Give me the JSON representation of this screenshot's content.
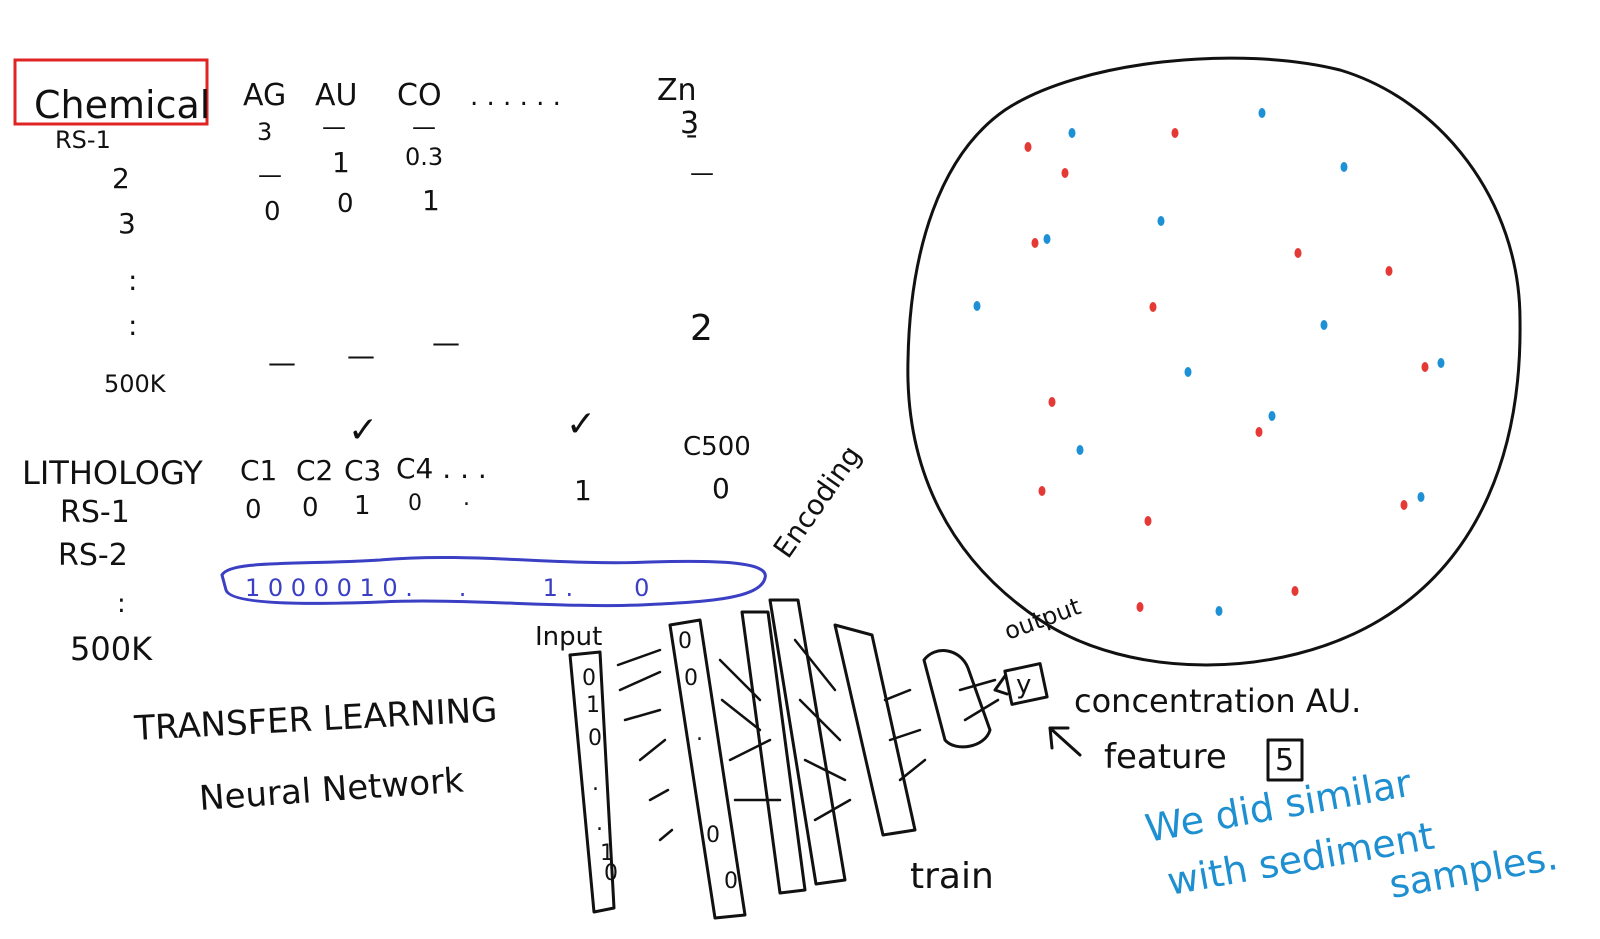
{
  "chemical_table": {
    "title": "Chemical",
    "columns": [
      "AG",
      "AU",
      "CO",
      ". . . . . .",
      "Zn"
    ],
    "rows": [
      {
        "label": "RS-1",
        "cells": [
          "3",
          "—",
          "—",
          "3̱"
        ]
      },
      {
        "label": "2",
        "cells": [
          "—",
          "1",
          "0.3",
          "—"
        ]
      },
      {
        "label": "3",
        "cells": [
          "0",
          "0",
          "1",
          ""
        ]
      },
      {
        "label": "500K",
        "cells": [
          "—",
          "—",
          "—",
          "2"
        ]
      }
    ],
    "ellipsis": ":"
  },
  "checkmarks": [
    "✓",
    "✓"
  ],
  "lithology_table": {
    "title": "LITHOLOGY",
    "columns": [
      "C1",
      "C2",
      "C3",
      "C4 . . .",
      "C500"
    ],
    "rows": [
      {
        "label": "RS-1",
        "cells": [
          "0",
          "0",
          "1",
          "0",
          ".",
          "1",
          "0"
        ]
      },
      {
        "label": "RS-2",
        "cells": []
      },
      {
        "label": "500K",
        "cells": []
      }
    ],
    "encoded_vector": "1 0 0 0 0 1 0 .      .          1 .        0"
  },
  "labels": {
    "encoding": "Encoding",
    "input": "Input",
    "output": "output",
    "y": "y",
    "concentration": "concentration AU.",
    "feature": "feature",
    "feature_count": "5",
    "train": "train",
    "transfer_learning": "TRANSFER LEARNING",
    "neural_network": "Neural Network",
    "note_line1": "We did similar",
    "note_line2": "with sediment",
    "note_line3": "samples."
  },
  "input_vector": [
    "0",
    "1",
    "0",
    ".",
    ".",
    "1",
    "0"
  ],
  "layer2_values": [
    "0",
    "0",
    ".",
    "0",
    "0"
  ],
  "colors": {
    "highlight_box": "#e02424",
    "encoding_outline": "#3a3fc4",
    "note": "#1e8fd0",
    "dot_red": "#e53935",
    "dot_blue": "#1e90d6"
  }
}
